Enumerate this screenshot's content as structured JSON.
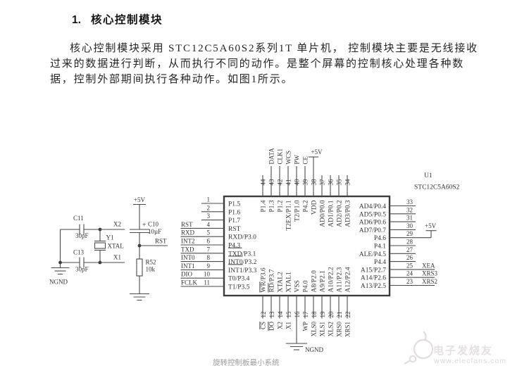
{
  "page": {
    "title": {
      "number": "1.",
      "text": "核心控制模块"
    },
    "paragraph_lines": [
      "核心控制模块采用 STC12C5A60S2系列1T 单片机， 控制模块主要是无线接收",
      "过来的数据进行判断，从而执行不同的动作。是整个屏幕的控制核心处理各种数",
      "据，控制外部期间执行各种动作。如图1所示。"
    ]
  },
  "schematic": {
    "ref": "U1",
    "part": "STC12C5A60S2",
    "power_net": "+5V",
    "ground_net": "NGND",
    "caption": "旋转控制板最小系统",
    "nets": {
      "rst": "RST",
      "x2": "X2",
      "x1": "X1"
    },
    "components": {
      "c10": {
        "plus": "+",
        "ref": "C10",
        "value": "10µF"
      },
      "r52": {
        "ref": "R52",
        "value": "10k"
      },
      "c11": {
        "ref": "C11",
        "value": "30pF"
      },
      "c13": {
        "ref": "C13",
        "value": "30pF"
      },
      "y1": {
        "ref": "Y1",
        "value": "XTAL"
      }
    },
    "pins": {
      "left": [
        {
          "n": "1",
          "in": "P1.5"
        },
        {
          "n": "2",
          "in": "P1.6"
        },
        {
          "n": "3",
          "in": "P1.7"
        },
        {
          "n": "4",
          "in": "RST",
          "ext": "RST"
        },
        {
          "n": "5",
          "in": "RXD/P3.0",
          "ext": "RXD"
        },
        {
          "n": "6",
          "in": "P4.3",
          "ext": "INT2"
        },
        {
          "n": "7",
          "in": "TXD/P3.1",
          "ext": "TXD",
          "bar": "TXD"
        },
        {
          "n": "8",
          "in": "INT0/P3.2",
          "ext": "INT0",
          "bar": "INT0"
        },
        {
          "n": "9",
          "in": "INT1/P3.3",
          "ext": "INT1",
          "bar": "INT1"
        },
        {
          "n": "10",
          "in": "T0/P3.4",
          "ext": "DIO"
        },
        {
          "n": "11",
          "in": "T1/P3.5",
          "ext": "FCLK"
        }
      ],
      "right": [
        {
          "n": "33",
          "in": "AD4/P0.4"
        },
        {
          "n": "32",
          "in": "AD5/P0.5"
        },
        {
          "n": "31",
          "in": "AD6/P0.6"
        },
        {
          "n": "30",
          "in": "AD7/P0.7"
        },
        {
          "n": "29",
          "in": "P4.6",
          "power": true
        },
        {
          "n": "28",
          "in": "P4.1"
        },
        {
          "n": "27",
          "in": "ALE/P4.5"
        },
        {
          "n": "26",
          "in": "P4.4"
        },
        {
          "n": "25",
          "in": "A15/P2.7",
          "ext": "XEA"
        },
        {
          "n": "24",
          "in": "A14/P2.6",
          "ext": "XRS3"
        },
        {
          "n": "23",
          "in": "A13/P2.5",
          "ext": "XRS2"
        }
      ],
      "top": [
        {
          "n": "44",
          "in": "P1.4"
        },
        {
          "n": "43",
          "in": "P1.3",
          "ext": "DATA"
        },
        {
          "n": "42",
          "in": "P1.2",
          "ext": "CLK1"
        },
        {
          "n": "41",
          "in": "T2EX/P1.1",
          "ext": "WCS"
        },
        {
          "n": "40",
          "in": "T2/P1.0",
          "ext": "PW"
        },
        {
          "n": "39",
          "in": "P4.2",
          "ext": "CE"
        },
        {
          "n": "38",
          "in": "VDD",
          "power": true
        },
        {
          "n": "37",
          "in": "AD0/P0.0"
        },
        {
          "n": "36",
          "in": "AD1/P0.1"
        },
        {
          "n": "35",
          "in": "AD2/P0.2"
        },
        {
          "n": "34",
          "in": "AD3/P0.3"
        }
      ],
      "bottom": [
        {
          "n": "12",
          "in": "WR/P3.6",
          "bar": "WR",
          "ext": "CS",
          "extbar": true
        },
        {
          "n": "13",
          "in": "RD/P3.7",
          "bar": "RD",
          "ext": "DO",
          "extbar": true
        },
        {
          "n": "14",
          "in": "XTAL2",
          "ext": "X2"
        },
        {
          "n": "15",
          "in": "XTAL1",
          "ext": "X1"
        },
        {
          "n": "16",
          "in": "VSS",
          "gnd": true
        },
        {
          "n": "17",
          "in": "P4.0",
          "ext": "WP"
        },
        {
          "n": "18",
          "in": "A8/P2.0",
          "ext": "XLS0"
        },
        {
          "n": "19",
          "in": "A9/P2.1",
          "ext": "XLS1"
        },
        {
          "n": "20",
          "in": "A10/P2.2",
          "ext": "XLS2"
        },
        {
          "n": "21",
          "in": "A11/P2.3",
          "ext": "XRS0"
        },
        {
          "n": "22",
          "in": "A12/P2.4",
          "ext": "XRS1"
        }
      ]
    }
  },
  "watermark": {
    "brand": "电子发烧友",
    "url": "www.elecfans.com"
  }
}
